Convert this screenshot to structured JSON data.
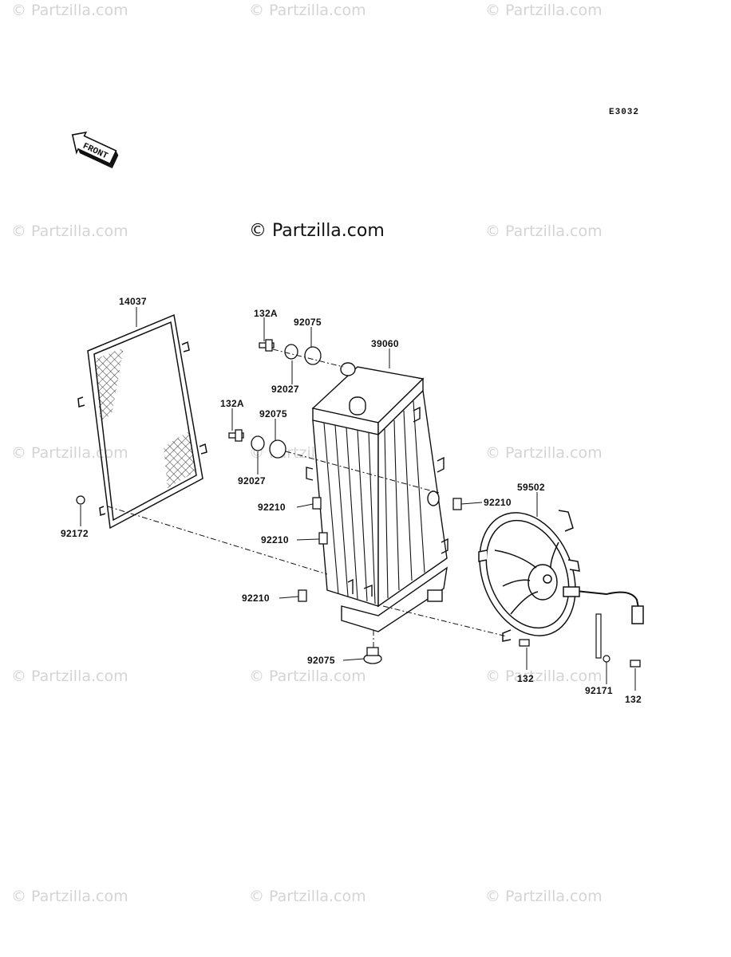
{
  "watermark": "© Partzilla.com",
  "center_watermark": "© Partzilla.com",
  "diagram_code": "E3032",
  "front_label": "FRONT",
  "parts": {
    "grille": "14037",
    "bolt_upper": "132A",
    "bolt_lower": "132A",
    "grommet_upper": "92075",
    "grommet_lower_side": "92075",
    "collar_upper": "92027",
    "collar_lower": "92027",
    "radiator": "39060",
    "fan": "59502",
    "clip_right": "92210",
    "clip_left_1": "92210",
    "clip_left_2": "92210",
    "clip_left_3": "92210",
    "bolt_grille": "92172",
    "grommet_bottom": "92075",
    "bolt_fan": "132",
    "bolt_band": "132",
    "band": "92171"
  }
}
